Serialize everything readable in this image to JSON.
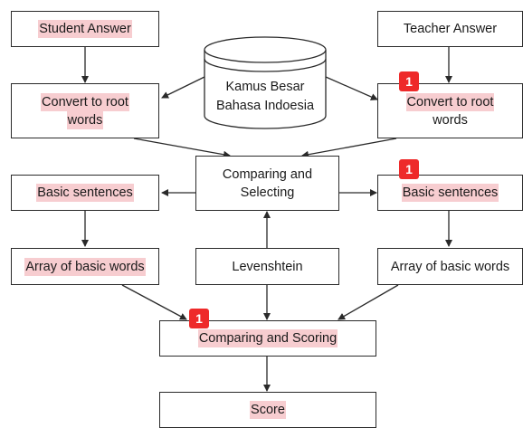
{
  "nodes": {
    "student_answer": "Student Answer",
    "teacher_answer": "Teacher Answer",
    "kamus_line1": "Kamus Besar",
    "kamus_line2": "Bahasa Indoesia",
    "convert_left_line1": "Convert to root",
    "convert_left_line2": "words",
    "convert_right_line1": "Convert to root",
    "convert_right_line2": "words",
    "comparing_selecting_line1": "Comparing and",
    "comparing_selecting_line2": "Selecting",
    "basic_left": "Basic sentences",
    "basic_right": "Basic sentences",
    "array_left": "Array of basic words",
    "array_right": "Array of basic words",
    "levenshtein": "Levenshtein",
    "comparing_scoring": "Comparing and Scoring",
    "score": "Score"
  },
  "badges": {
    "convert_right": "1",
    "basic_right": "1",
    "comparing_scoring": "1"
  },
  "colors": {
    "highlight": "#f7cdd0",
    "badge": "#ee2a2a",
    "border": "#2a2a2a"
  }
}
